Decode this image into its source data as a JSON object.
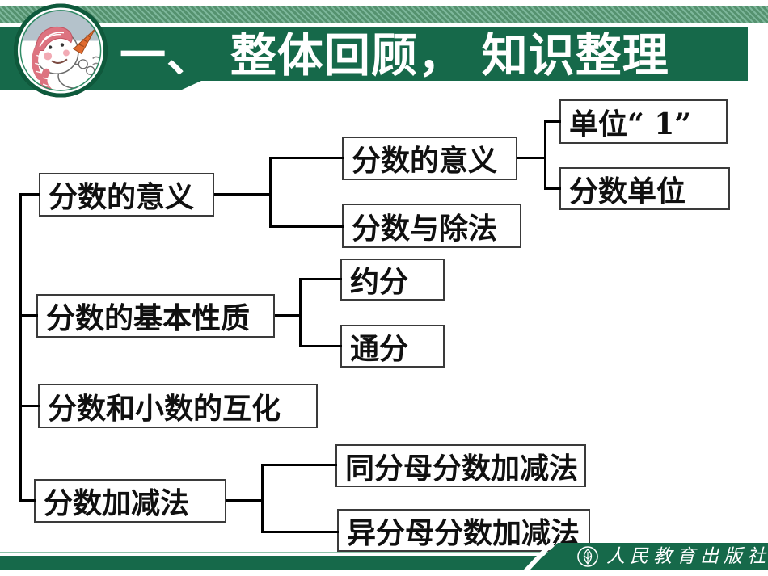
{
  "slide": {
    "title": "一、 整体回顾， 知识整理"
  },
  "nodes": {
    "l1_meaning": "分数的意义",
    "l1_property": "分数的基本性质",
    "l1_convert": "分数和小数的互化",
    "l1_addsub": "分数加减法",
    "l2_meaning": "分数的意义",
    "l2_division": "分数与除法",
    "l2_reduce": "约分",
    "l2_common": "通分",
    "l2_same_denominator": "同分母分数加减法",
    "l2_diff_denominator": "异分母分数加减法",
    "l3_unit_one": "单位“ 1”",
    "l3_fraction_unit": "分数单位"
  },
  "footer": {
    "publisher": "人民教育出版社"
  },
  "colors": {
    "header_green": "#16694a",
    "stripe_green": "#55926f",
    "stripe_light_green": "#7db79b",
    "footer_green": "#16694a",
    "footer_hairline_green": "#8fc3ab",
    "title_text": "#ffffff",
    "node_border": "#3a3a3a",
    "node_text": "#101010",
    "connector_black": "#000000",
    "mascot_hat_red": "#dd7380",
    "mascot_carrot_orange": "#e06a2e",
    "mascot_sky_gray": "#b4c2cb"
  },
  "icons": {
    "mascot": "snowman-mascot-icon",
    "publisher_emblem": "publisher-emblem-icon"
  }
}
